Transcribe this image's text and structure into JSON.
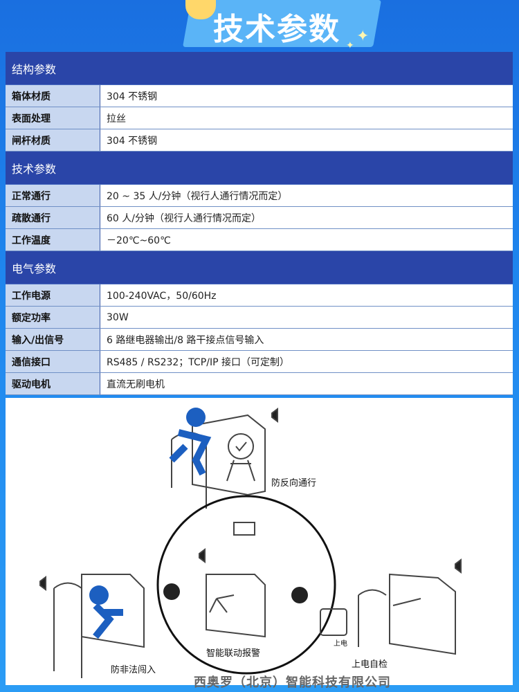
{
  "header": {
    "title": "技术参数"
  },
  "sections": [
    {
      "title": "结构参数",
      "rows": [
        {
          "k": "箱体材质",
          "v": "304 不锈钢"
        },
        {
          "k": "表面处理",
          "v": "拉丝"
        },
        {
          "k": "闸杆材质",
          "v": "304 不锈钢"
        }
      ]
    },
    {
      "title": "技术参数",
      "rows": [
        {
          "k": "正常通行",
          "v": "20 ~ 35 人/分钟（视行人通行情况而定）"
        },
        {
          "k": "疏散通行",
          "v": "60 人/分钟（视行人通行情况而定）"
        },
        {
          "k": "工作温度",
          "v": "－20℃~60℃"
        }
      ]
    },
    {
      "title": "电气参数",
      "rows": [
        {
          "k": "工作电源",
          "v": "100-240VAC，50/60Hz"
        },
        {
          "k": "额定功率",
          "v": "30W"
        },
        {
          "k": "输入/出信号",
          "v": "6 路继电器输出/8 路干接点信号输入"
        },
        {
          "k": "通信接口",
          "v": "RS485 / RS232；TCP/IP 接口（可定制）"
        },
        {
          "k": "驱动电机",
          "v": "直流无刷电机"
        }
      ]
    }
  ],
  "illustration": {
    "labels": {
      "anti_reverse": "防反向通行",
      "linkage_alarm": "智能联动报警",
      "anti_intrusion": "防非法闯入",
      "self_check": "上电自检",
      "power_on": "上电"
    }
  },
  "watermark": "西奥罗（北京）智能科技有限公司"
}
